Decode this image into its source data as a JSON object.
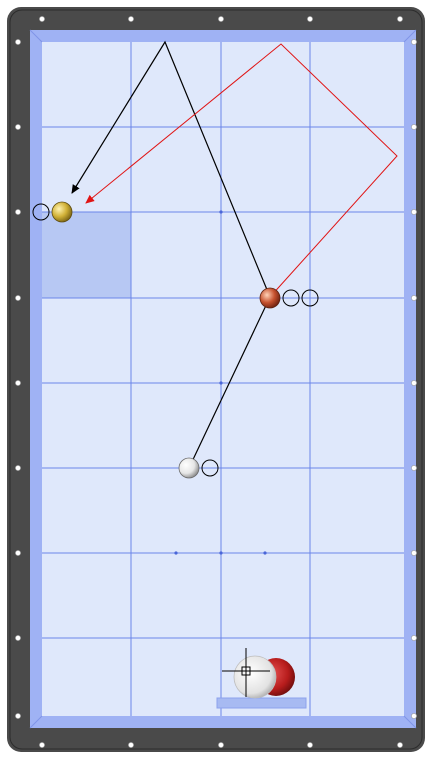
{
  "table": {
    "frame_color": "#4a4a4a",
    "cushion_color": "#9fb2f4",
    "cloth_color": "#dfe8fb",
    "grid_color": "#6b86e8",
    "highlight_color": "#b7c8f3",
    "diamond_color": "#ffffff"
  },
  "balls": [
    {
      "name": "yellow-ball",
      "color": "#d1b137"
    },
    {
      "name": "red-ball",
      "color": "#c6522f"
    },
    {
      "name": "white-ball",
      "color": "#f2f2f2"
    }
  ],
  "paths": [
    {
      "name": "black-shot-path",
      "color": "#000000"
    },
    {
      "name": "red-shot-path",
      "color": "#e01414"
    }
  ],
  "cue_preview": {
    "cue_ball_color": "#f0f0f0",
    "object_ball_color": "#b71c1c",
    "crosshair_icon": "crosshair-icon"
  }
}
